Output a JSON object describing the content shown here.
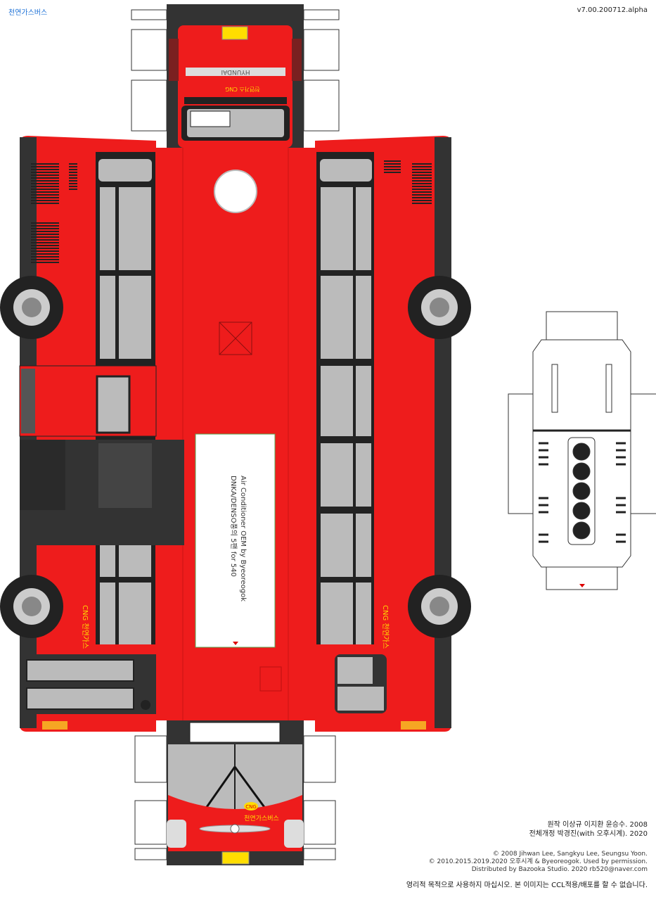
{
  "header": {
    "company": "천연가스버스",
    "version": "v7.00.200712.alpha"
  },
  "bus": {
    "livery_color": "#ee1c1c",
    "dark_color": "#333333",
    "window_color": "#bbbbbb",
    "plate_color": "#ffdd00",
    "roof_panel_text_line1": "Air Conditioner OEM by Byeoreogok",
    "roof_panel_text_line2": "DNKA/DENSO풍의 5팬 for 540",
    "front_logo_text": "천연가스버스",
    "cng_badge": "CNG",
    "rear_model_text": "HYUNDAI"
  },
  "credits": {
    "original": "원작 이상규 이지환 윤승수. 2008",
    "revision": "전체개정 박경진(with 오후시계). 2020",
    "copyright1": "© 2008 Jihwan Lee, Sangkyu Lee, Seungsu Yoon.",
    "copyright2": "© 2010.2015.2019.2020 오후시계 & Byeoreogok. Used by permission.",
    "distributed": "Distributed by Bazooka Studio. 2020   rb520@naver.com",
    "notice": "영리적 목적으로 사용하지 마십시오.   본 이미지는 CCL적용/배포를 할 수 없습니다."
  }
}
